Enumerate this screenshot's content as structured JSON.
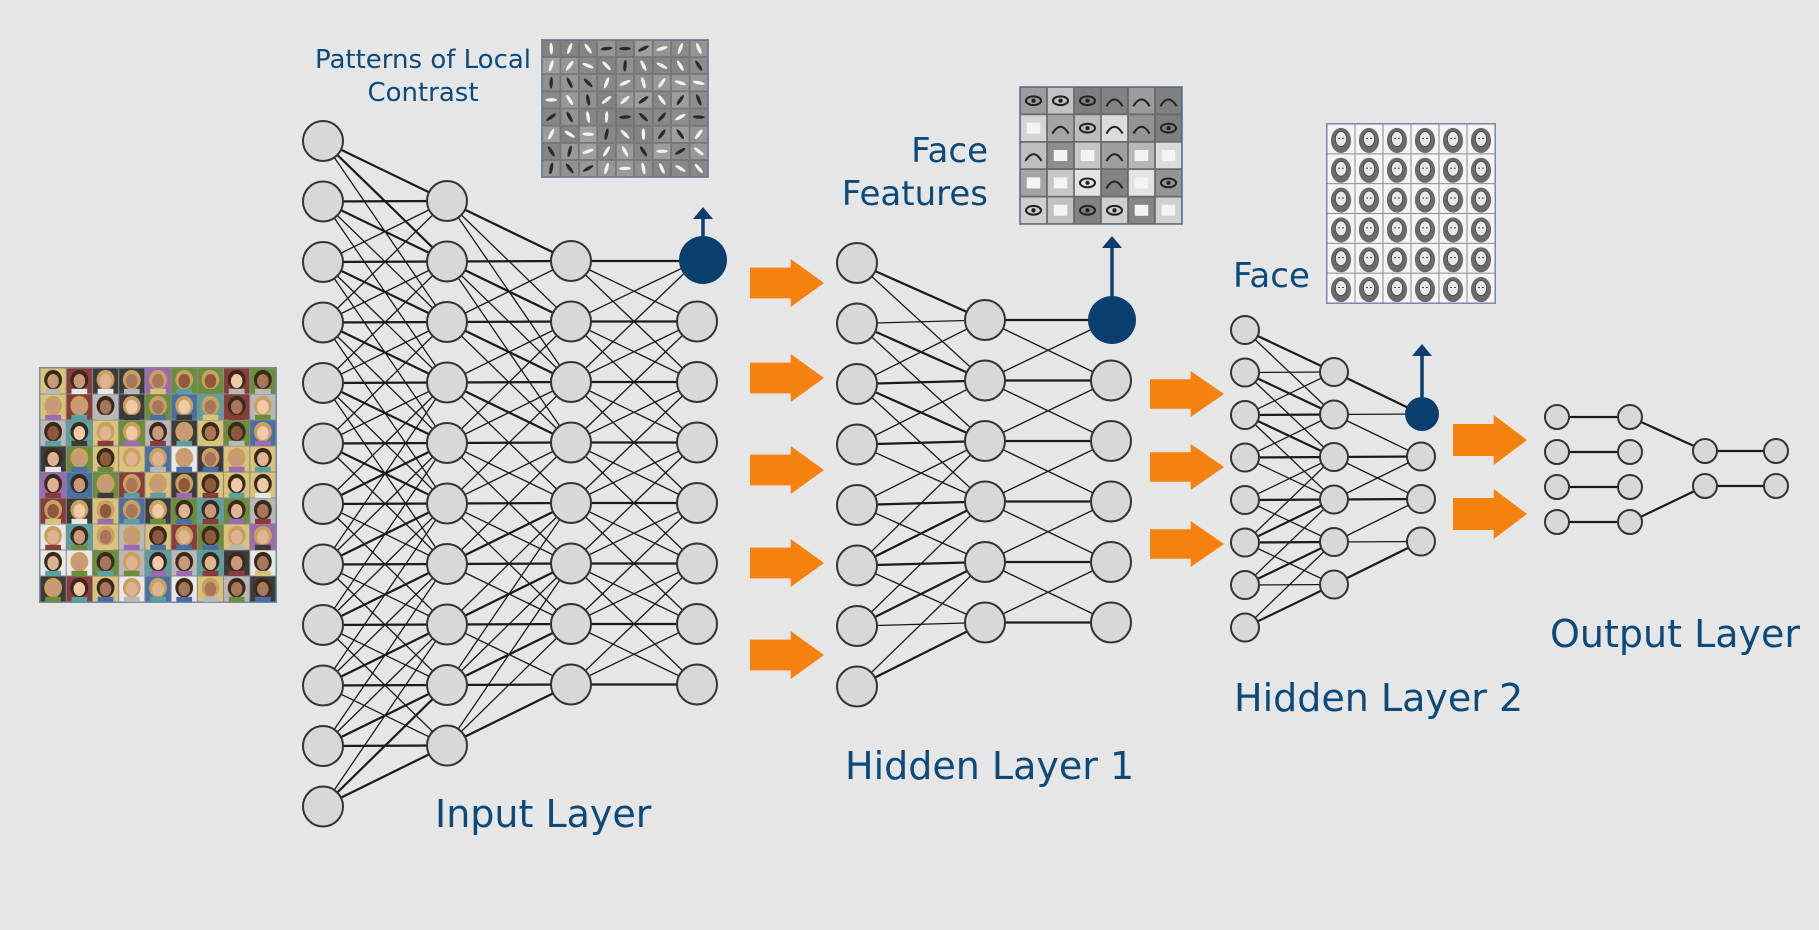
{
  "labels": {
    "patterns_line1": "Patterns of Local",
    "patterns_line2": "Contrast",
    "face_features_line1": "Face",
    "face_features_line2": "Features",
    "face": "Face",
    "input_layer": "Input Layer",
    "hidden_layer_1": "Hidden Layer 1",
    "hidden_layer_2": "Hidden Layer 2",
    "output_layer": "Output Layer"
  },
  "colors": {
    "background": "#e6e6e6",
    "label_blue": "#0b4a7a",
    "node_highlight": "#0b3f6e",
    "arrow_orange": "#f5820f",
    "node_fill": "#d8d8d8",
    "edge": "#1a1a1a"
  },
  "networks": [
    {
      "name": "input-layer-network",
      "layers": [
        12,
        10,
        8,
        8
      ],
      "highlight_layer": 3
    },
    {
      "name": "hidden-layer-1-network",
      "layers": [
        8,
        6,
        6
      ],
      "highlight_layer": 2
    },
    {
      "name": "hidden-layer-2-network",
      "layers": [
        8,
        6,
        4
      ],
      "highlight_layer": 2
    },
    {
      "name": "output-layer-network",
      "layers": [
        4,
        4,
        2,
        2
      ],
      "highlight_layer": null
    }
  ],
  "arrow_groups": [
    {
      "name": "input-to-hidden1-arrows",
      "count": 5
    },
    {
      "name": "hidden1-to-hidden2-arrows",
      "count": 3
    },
    {
      "name": "hidden2-to-output-arrows",
      "count": 2
    }
  ],
  "feature_images": [
    {
      "name": "face-dataset-thumbnail",
      "kind": "face-photo-grid",
      "cols": 9,
      "rows": 9
    },
    {
      "name": "local-contrast-filters-image",
      "kind": "gray-filter-grid",
      "cols": 9,
      "rows": 8
    },
    {
      "name": "face-features-image",
      "kind": "face-feature-grid",
      "cols": 6,
      "rows": 5
    },
    {
      "name": "face-sketches-image",
      "kind": "face-sketch-grid",
      "cols": 6,
      "rows": 6
    }
  ]
}
